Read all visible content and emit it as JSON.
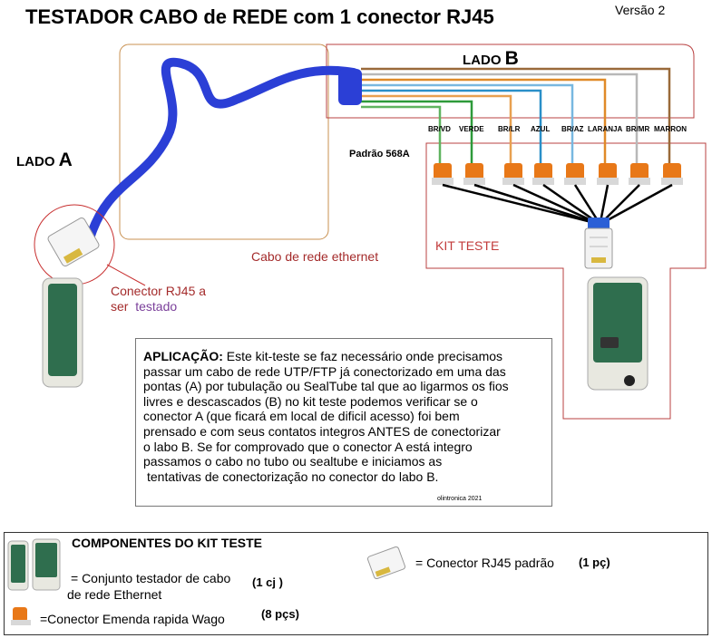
{
  "title": "TESTADOR CABO de REDE com 1 conector RJ45",
  "version": "Versão 2",
  "lado_b": {
    "word": "LADO",
    "letter": "B"
  },
  "lado_a": {
    "word": "LADO",
    "letter": "A"
  },
  "padrao": "Padrão 568A",
  "wires": [
    {
      "label": "BR/VD",
      "color": "#5fb35f"
    },
    {
      "label": "VERDE",
      "color": "#2e9a3a"
    },
    {
      "label": "BR/LR",
      "color": "#e8a050"
    },
    {
      "label": "AZUL",
      "color": "#2a8fc8"
    },
    {
      "label": "BR/AZ",
      "color": "#78b8e0"
    },
    {
      "label": "LARANJA",
      "color": "#e08a28"
    },
    {
      "label": "BR/MR",
      "color": "#b8b8b8"
    },
    {
      "label": "MARRON",
      "color": "#9a6a3a"
    }
  ],
  "cable_label": "Cabo de rede ethernet",
  "kit_label": "KIT TESTE",
  "connector_label": {
    "part1": "Conector RJ45 a",
    "part2": "ser",
    "part3": "testado"
  },
  "application": {
    "heading": "APLICAÇÃO:",
    "lines": [
      "Este kit-teste se faz necessário onde precisamos",
      "passar um cabo de rede UTP/FTP já conectorizado em uma das",
      "pontas (A) por tubulação ou SealTube tal que ao ligarmos os fios",
      "livres e descascados (B) no kit teste podemos verificar se o",
      "conector A (que ficará em local de dificil acesso) foi bem",
      "prensado e com seus contatos integros ANTES de conectorizar",
      "o labo B. Se for comprovado que o conector A está integro",
      "passamos o cabo no tubo ou sealtube  e  iniciamos  as",
      "tentativas de conectorização  no conector do labo B."
    ],
    "credit": "olintronica 2021"
  },
  "components": {
    "title": "COMPONENTES DO KIT TESTE",
    "item1_line1": "= Conjunto testador de cabo",
    "item1_line2": "de rede Ethernet",
    "item1_qty": "(1 cj )",
    "item2": "= Conector RJ45 padrão",
    "item2_qty": "(1 pç)",
    "item3": "=Conector Emenda rapida Wago",
    "item3_qty": "(8 pçs)"
  },
  "colors": {
    "cable_blue": "#2b3fd6",
    "frame_red": "#b84040",
    "frame_orange": "#c89050",
    "wago_orange": "#e87818",
    "tester_green": "#2f6e4e"
  }
}
